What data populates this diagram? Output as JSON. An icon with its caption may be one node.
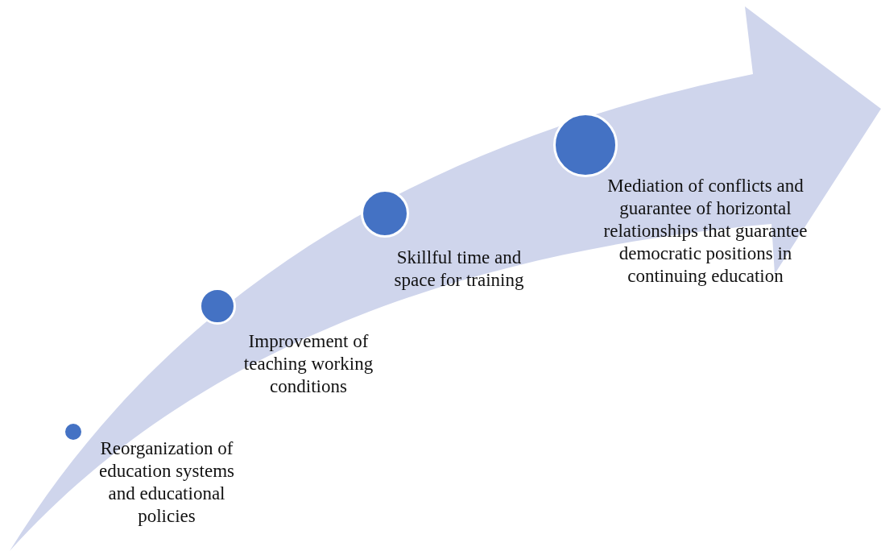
{
  "diagram": {
    "nodes": [
      {
        "text": [],
        "shape": "circle",
        "beside": [
          "Reorganization of education systems and educational policies"
        ]
      },
      {
        "text": [],
        "shape": "circle",
        "beside": [
          "Improvement of teaching working conditions"
        ]
      },
      {
        "text": [],
        "shape": "circle",
        "beside": [
          "Skillful time and space for training"
        ]
      },
      {
        "text": [],
        "shape": "circle",
        "beside": [
          "Mediation of conflicts and guarantee of horizontal relationships that guarantee democratic positions in continuing education"
        ]
      }
    ],
    "edges": []
  }
}
